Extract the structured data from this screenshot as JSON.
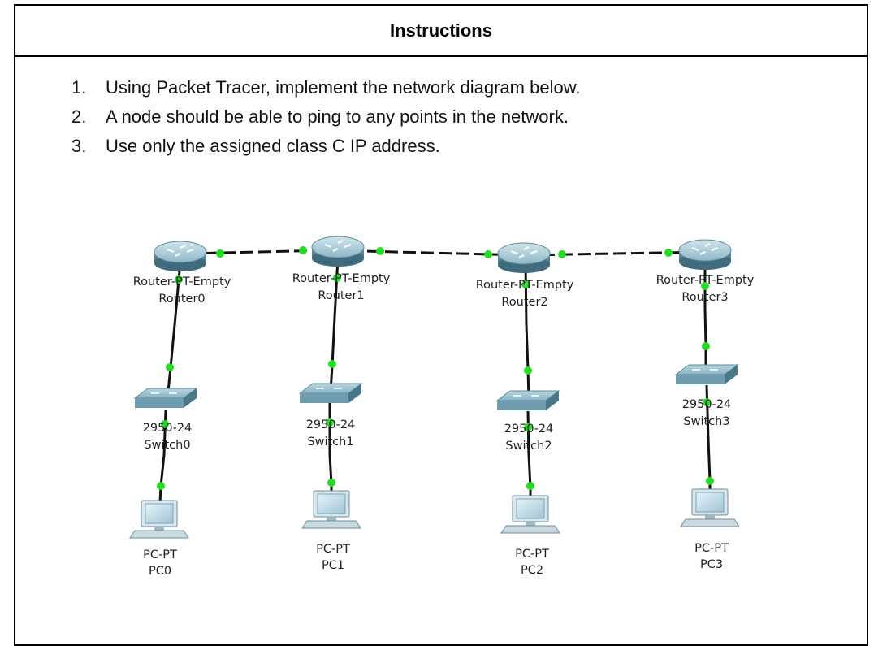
{
  "header": {
    "title": "Instructions"
  },
  "instructions": [
    {
      "number": "1.",
      "text": "Using Packet Tracer, implement the network diagram below."
    },
    {
      "number": "2.",
      "text": "A node should be able to ping to any points in the network."
    },
    {
      "number": "3.",
      "text": "Use only the assigned class C IP address."
    }
  ],
  "diagram": {
    "routers": [
      {
        "model": "Router-PT-Empty",
        "name": "Router0"
      },
      {
        "model": "Router-PT-Empty",
        "name": "Router1"
      },
      {
        "model": "Router-PT-Empty",
        "name": "Router2"
      },
      {
        "model": "Router-PT-Empty",
        "name": "Router3"
      }
    ],
    "switches": [
      {
        "model": "2950-24",
        "name": "Switch0"
      },
      {
        "model": "2950-24",
        "name": "Switch1"
      },
      {
        "model": "2950-24",
        "name": "Switch2"
      },
      {
        "model": "2950-24",
        "name": "Switch3"
      }
    ],
    "pcs": [
      {
        "model": "PC-PT",
        "name": "PC0"
      },
      {
        "model": "PC-PT",
        "name": "PC1"
      },
      {
        "model": "PC-PT",
        "name": "PC2"
      },
      {
        "model": "PC-PT",
        "name": "PC3"
      }
    ],
    "colors": {
      "link": "#111111",
      "link_up": "#22dd22",
      "device": "#7fb3c4"
    }
  }
}
